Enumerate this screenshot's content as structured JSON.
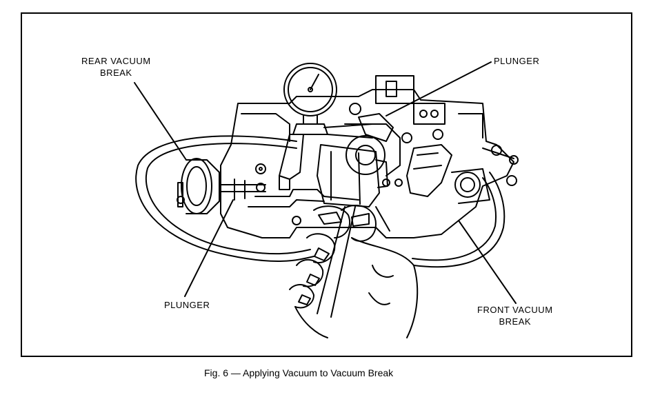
{
  "labels": {
    "rear_vacuum_break": [
      "REAR VACUUM",
      "BREAK"
    ],
    "plunger_top": "PLUNGER",
    "plunger_bottom": "PLUNGER",
    "front_vacuum_break": [
      "FRONT VACUUM",
      "BREAK"
    ]
  },
  "caption": "Fig. 6 — Applying Vacuum to Vacuum Break"
}
